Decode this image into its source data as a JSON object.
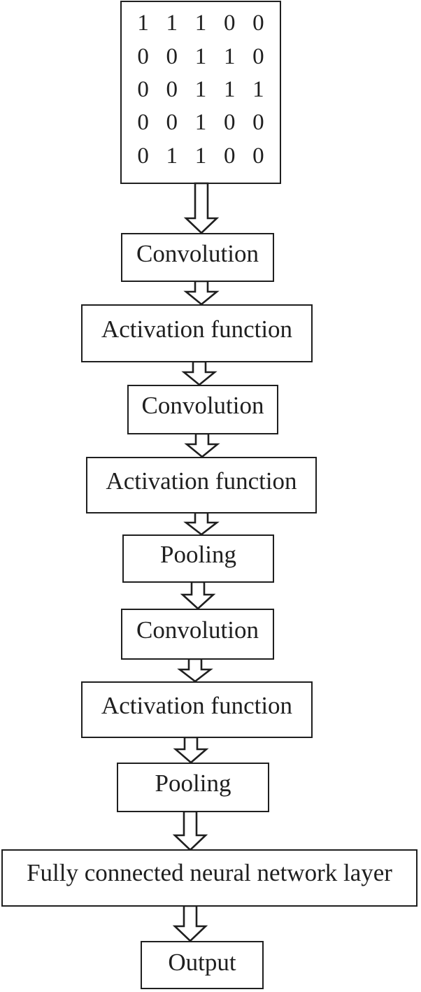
{
  "diagram": {
    "stroke_color": "#1f1f1f",
    "background_color": "#ffffff",
    "matrix": {
      "rows": [
        [
          1,
          1,
          1,
          0,
          0
        ],
        [
          0,
          0,
          1,
          1,
          0
        ],
        [
          0,
          0,
          1,
          1,
          1
        ],
        [
          0,
          0,
          1,
          0,
          0
        ],
        [
          0,
          1,
          1,
          0,
          0
        ]
      ]
    },
    "nodes": [
      {
        "id": "convolution-1",
        "label": "Convolution"
      },
      {
        "id": "activation-function-1",
        "label": "Activation function"
      },
      {
        "id": "convolution-2",
        "label": "Convolution"
      },
      {
        "id": "activation-function-2",
        "label": "Activation function"
      },
      {
        "id": "pooling-1",
        "label": "Pooling"
      },
      {
        "id": "convolution-3",
        "label": "Convolution"
      },
      {
        "id": "activation-function-3",
        "label": "Activation function"
      },
      {
        "id": "pooling-2",
        "label": "Pooling"
      },
      {
        "id": "fully-connected-layer",
        "label": "Fully connected neural network layer"
      },
      {
        "id": "output",
        "label": "Output"
      }
    ],
    "edges": [
      {
        "from": "input-matrix",
        "to": "convolution-1"
      },
      {
        "from": "convolution-1",
        "to": "activation-function-1"
      },
      {
        "from": "activation-function-1",
        "to": "convolution-2"
      },
      {
        "from": "convolution-2",
        "to": "activation-function-2"
      },
      {
        "from": "activation-function-2",
        "to": "pooling-1"
      },
      {
        "from": "pooling-1",
        "to": "convolution-3"
      },
      {
        "from": "convolution-3",
        "to": "activation-function-3"
      },
      {
        "from": "activation-function-3",
        "to": "pooling-2"
      },
      {
        "from": "pooling-2",
        "to": "fully-connected-layer"
      },
      {
        "from": "fully-connected-layer",
        "to": "output"
      }
    ]
  }
}
